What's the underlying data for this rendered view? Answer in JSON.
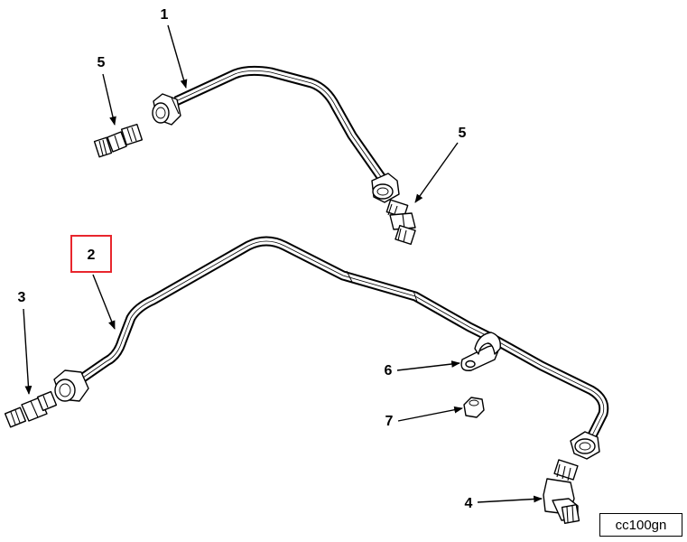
{
  "callouts": {
    "c1": "1",
    "c2": "2",
    "c3": "3",
    "c4": "4",
    "c5a": "5",
    "c5b": "5",
    "c6": "6",
    "c7": "7"
  },
  "figure_code": "cc100gn",
  "colors": {
    "ink": "#000000",
    "paper": "#ffffff",
    "highlight_box": "#e8262d"
  }
}
